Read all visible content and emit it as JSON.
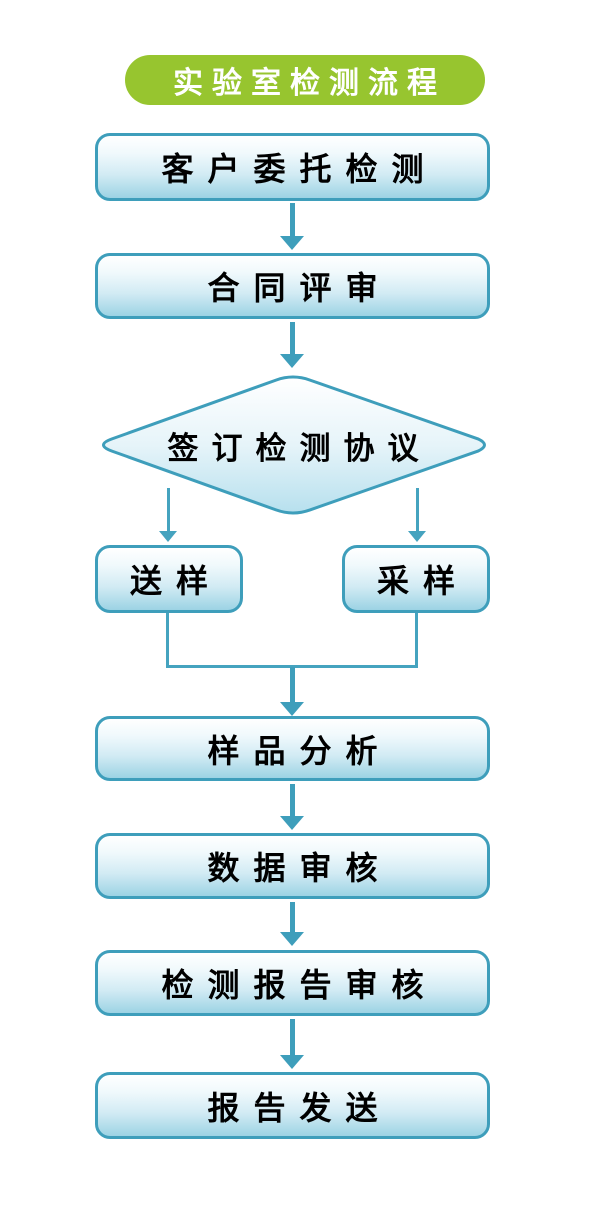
{
  "header": {
    "label": "实验室检测流程"
  },
  "nodes": [
    {
      "id": "customer-commission",
      "type": "process",
      "label": "客户委托检测"
    },
    {
      "id": "contract-review",
      "type": "process",
      "label": "合同评审"
    },
    {
      "id": "sign-agreement",
      "type": "decision",
      "label": "签订检测协议"
    },
    {
      "id": "send-sample",
      "type": "process",
      "label": "送样"
    },
    {
      "id": "collect-sample",
      "type": "process",
      "label": "采样"
    },
    {
      "id": "sample-analysis",
      "type": "process",
      "label": "样品分析"
    },
    {
      "id": "data-review",
      "type": "process",
      "label": "数据审核"
    },
    {
      "id": "report-review",
      "type": "process",
      "label": "检测报告审核"
    },
    {
      "id": "report-delivery",
      "type": "process",
      "label": "报告发送"
    }
  ],
  "edges": [
    [
      "customer-commission",
      "contract-review"
    ],
    [
      "contract-review",
      "sign-agreement"
    ],
    [
      "sign-agreement",
      "send-sample"
    ],
    [
      "sign-agreement",
      "collect-sample"
    ],
    [
      "send-sample",
      "sample-analysis"
    ],
    [
      "collect-sample",
      "sample-analysis"
    ],
    [
      "sample-analysis",
      "data-review"
    ],
    [
      "data-review",
      "report-review"
    ],
    [
      "report-review",
      "report-delivery"
    ]
  ],
  "colors": {
    "background": "#ffffff",
    "pill_green": "#97C52F",
    "title_text": "#ffffff",
    "node_border": "#3E9EBB",
    "node_fill_mid": "#D2EBF4",
    "node_fill_bottom": "#9CD3E4",
    "diamond_fill_bottom": "#B7E0EE",
    "arrow": "#3E9EBB",
    "connector": "#45A3BF",
    "text": "#000000"
  }
}
